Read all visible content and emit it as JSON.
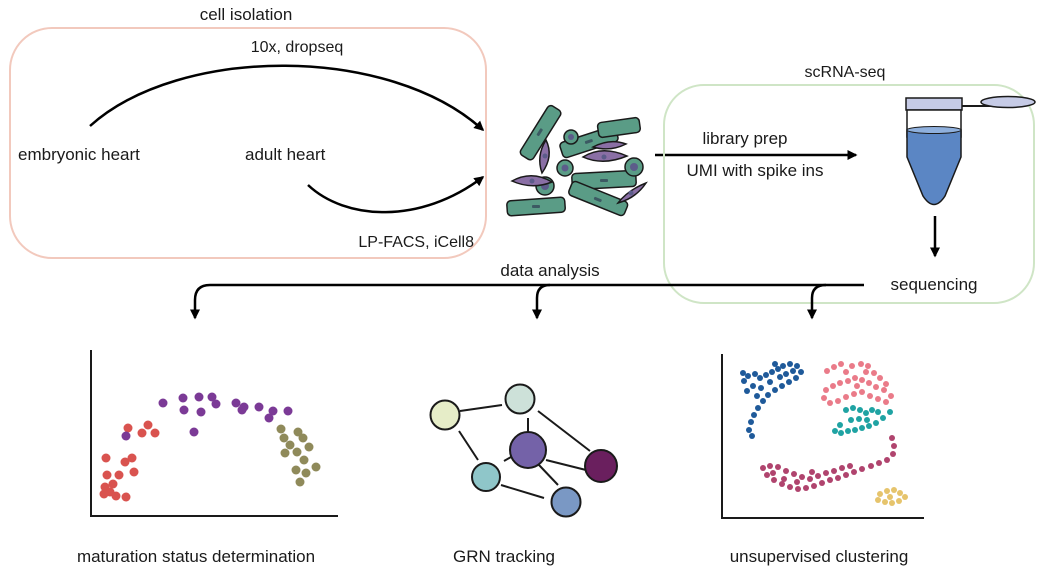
{
  "labels": {
    "cell_isolation": "cell isolation",
    "tenx_dropseq": "10x, dropseq",
    "embryonic_heart": "embryonic heart",
    "adult_heart": "adult heart",
    "lp_facs": "LP-FACS, iCell8",
    "scrna_seq": "scRNA-seq",
    "library_prep": "library prep",
    "umi_spike": "UMI with spike ins",
    "sequencing": "sequencing",
    "data_analysis": "data analysis",
    "maturation": "maturation status determination",
    "grn": "GRN tracking",
    "unsupervised": "unsupervised clustering"
  },
  "colors": {
    "isolation_box": "#f2c9bd",
    "scrna_box": "#cfe5c6",
    "cardiomyocyte": "#5a9c86",
    "fibroblast": "#8a6fa5",
    "nucleus": "#5c5c8a",
    "tube_fill": "#5b86c4",
    "tube_light": "#c6cbe6",
    "maturation_red": "#d9534f",
    "maturation_purple": "#7b3a96",
    "maturation_olive": "#8f8a5a",
    "cluster_blue": "#1f5a9a",
    "cluster_pink": "#ea7b89",
    "cluster_teal": "#1fa3a3",
    "cluster_magenta": "#b0446e",
    "cluster_yellow": "#e6c46c",
    "grn_light": "#e6edc8",
    "grn_mint": "#cde1d9",
    "grn_purple": "#7462a8",
    "grn_dark": "#6a1f5e",
    "grn_teal": "#8fc6c9",
    "grn_blue": "#7a98c4"
  },
  "icons": [
    "cell-cluster-icon",
    "microcentrifuge-tube-icon",
    "gene-network-icon"
  ]
}
